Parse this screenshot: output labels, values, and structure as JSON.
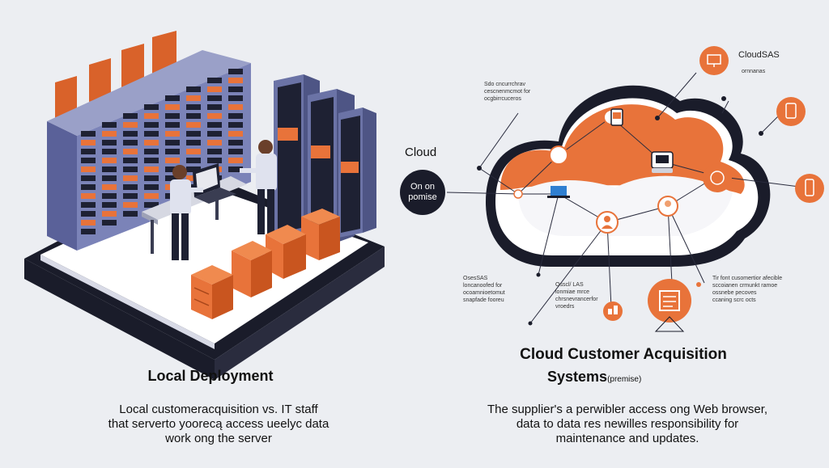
{
  "labels": {
    "cloud": "Cloud",
    "on_premise_line1": "On on",
    "on_premise_line2": "pomise",
    "cloudsas": "CloudSAS"
  },
  "annotations": {
    "top_note": [
      "Sdo cncurrchrav",
      "cescnenmcmot for",
      "ocgbirrcuceros"
    ],
    "top_right_note": [
      "ornnanas"
    ],
    "left_mid_note": [
      "OsesSAS",
      "loncanoofed for",
      "ocoamnioetomut",
      "snapfade fooreu"
    ],
    "center_mid_note": [
      "Osscl/ LAS",
      "lonmiae mrce",
      "chrsnevrancerfor",
      "vroedrs"
    ],
    "right_mid_note": [
      "Tir font cusomertior afecible",
      "sccoianen crmunkt ramoe",
      "ossnebe pecoves",
      "ccaning scrc octs"
    ]
  },
  "left": {
    "title": "Local Deployment",
    "desc_lines": [
      "Local customeracquisition vs. IT staff",
      "that serverto yoorecą access ueelyc data",
      "work ong the server"
    ]
  },
  "right": {
    "title_line1": "Cloud Customer Acquisition",
    "title_line2": "Systems",
    "title_paren": "(premise)",
    "desc_lines": [
      "The supplier's a perwibler access ong Web browser,",
      "data to data res newilles responsibility for",
      "maintenance and updates."
    ]
  },
  "colors": {
    "accent": "#e8733a",
    "dark": "#1a1c2a",
    "server": "#6b73a6",
    "background": "#eceef2"
  },
  "icons": [
    "server-rack-icon",
    "person-icon",
    "laptop-icon",
    "phone-icon",
    "monitor-icon",
    "tablet-icon",
    "user-icon",
    "filing-cabinet-icon",
    "storage-box-icon"
  ]
}
